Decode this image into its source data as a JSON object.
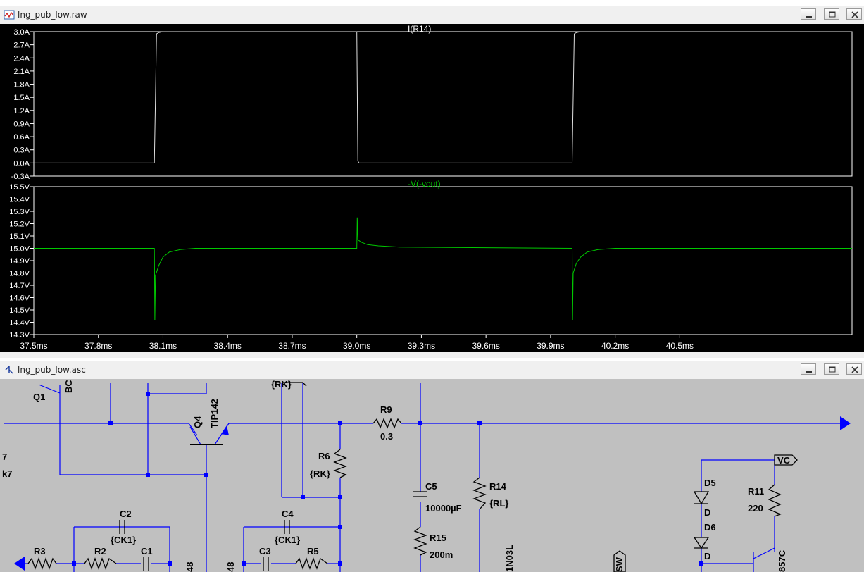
{
  "waveform_window": {
    "title": "lng_pub_low.raw",
    "icon": "waveform-icon"
  },
  "schematic_window": {
    "title": "lng_pub_low.asc",
    "icon": "schematic-icon"
  },
  "window_buttons": {
    "minimize": "minimize-icon",
    "restore": "restore-icon",
    "close": "close-icon"
  },
  "colors": {
    "trace_current": "#e0e0e0",
    "trace_voltage": "#00c800",
    "plot_bg": "#000000",
    "wire": "#0000ff",
    "schematic_bg": "#c0c0c0"
  },
  "chart_data": [
    {
      "type": "line",
      "title": "I(R14)",
      "title_color": "#ffffff",
      "y_ticks": [
        "3.0A",
        "2.7A",
        "2.4A",
        "2.1A",
        "1.8A",
        "1.5A",
        "1.2A",
        "0.9A",
        "0.6A",
        "0.3A",
        "0.0A",
        "-0.3A"
      ],
      "ylim": [
        -0.3,
        3.0
      ],
      "xlim": [
        37.5,
        41.3
      ],
      "series": [
        {
          "name": "I(R14)",
          "color": "#e0e0e0",
          "x": [
            37.5,
            38.06,
            38.07,
            38.08,
            38.1,
            39.0,
            39.005,
            39.01,
            40.0,
            40.01,
            40.02,
            40.04,
            41.3
          ],
          "y": [
            0.0,
            0.0,
            2.95,
            2.98,
            3.0,
            3.0,
            0.05,
            0.0,
            0.0,
            2.95,
            2.98,
            3.0,
            3.0
          ]
        }
      ]
    },
    {
      "type": "line",
      "title": "-V(-vout)",
      "title_color": "#00c800",
      "y_ticks": [
        "15.5V",
        "15.4V",
        "15.3V",
        "15.2V",
        "15.1V",
        "15.0V",
        "14.9V",
        "14.8V",
        "14.7V",
        "14.6V",
        "14.5V",
        "14.4V",
        "14.3V"
      ],
      "ylim": [
        14.3,
        15.5
      ],
      "xlim": [
        37.5,
        41.3
      ],
      "series": [
        {
          "name": "-V(-vout)",
          "color": "#00c800",
          "x": [
            37.5,
            38.06,
            38.062,
            38.065,
            38.08,
            38.1,
            38.13,
            38.18,
            38.25,
            39.0,
            39.002,
            39.005,
            39.02,
            39.05,
            39.1,
            39.2,
            40.0,
            40.002,
            40.005,
            40.02,
            40.04,
            40.07,
            40.12,
            40.2,
            41.3
          ],
          "y": [
            15.0,
            15.0,
            14.42,
            14.78,
            14.86,
            14.93,
            14.97,
            14.99,
            15.0,
            15.0,
            15.25,
            15.07,
            15.05,
            15.03,
            15.02,
            15.01,
            15.0,
            14.42,
            14.8,
            14.88,
            14.93,
            14.97,
            14.99,
            15.0,
            15.0
          ]
        }
      ]
    }
  ],
  "x_ticks": [
    "37.5ms",
    "37.8ms",
    "38.1ms",
    "38.4ms",
    "38.7ms",
    "39.0ms",
    "39.3ms",
    "39.6ms",
    "39.9ms",
    "40.2ms",
    "40.5ms"
  ],
  "schematic": {
    "labels": {
      "q1": "Q1",
      "bc": "BC",
      "q4": "Q4",
      "tip142": "TIP142",
      "rk_top": "{RK}",
      "r9": "R9",
      "r9_val": "0.3",
      "r6": "R6",
      "r6_val": "{RK}",
      "c5": "C5",
      "c5_val": "10000µF",
      "r14": "R14",
      "r14_val": "{RL}",
      "r15": "R15",
      "r15_val": "200m",
      "c2": "C2",
      "c2_val": "{CK1}",
      "c4": "C4",
      "c4_val": "{CK1}",
      "r3": "R3",
      "r2": "R2",
      "c1": "C1",
      "c3": "C3",
      "r5": "R5",
      "n48a": "48",
      "n48b": "48",
      "d5": "D5",
      "d5_val": "D",
      "d6": "D6",
      "d6_val": "D",
      "d_bot": "D",
      "r11": "R11",
      "r11_val": "220",
      "vc": "VC",
      "n857c": "857C",
      "n1n03l": "1N03L",
      "sw": "SW",
      "seven": "7",
      "k7": "k7"
    }
  }
}
